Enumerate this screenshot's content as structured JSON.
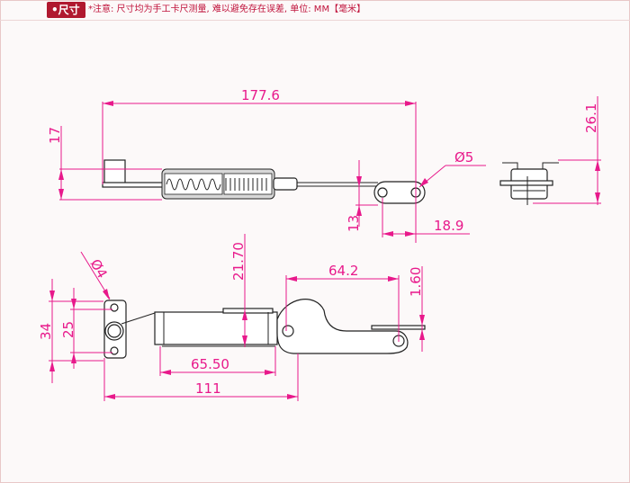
{
  "header": {
    "badge_label": "•尺寸",
    "note": "*注意: 尺寸均为手工卡尺测量, 难以避免存在误差, 单位: MM【毫米】"
  },
  "colors": {
    "dimension": "#e8198b",
    "badge_bg": "#b0182f",
    "note_text": "#c0143c",
    "part_outline": "#222222"
  },
  "drawing": {
    "top_view": {
      "overall_length": "177.6",
      "height": "17",
      "hole_diameter": "Ø5",
      "offset_height": "13",
      "hole_spacing": "18.9"
    },
    "end_view": {
      "height": "26.1"
    },
    "side_view": {
      "hole_diameter": "Ø4",
      "overall_height": "34",
      "hole_spacing": "25",
      "body_height": "21.70",
      "hook_length": "64.2",
      "plate_thickness": "1.60",
      "body_length": "65.50",
      "overall_length": "111"
    }
  }
}
